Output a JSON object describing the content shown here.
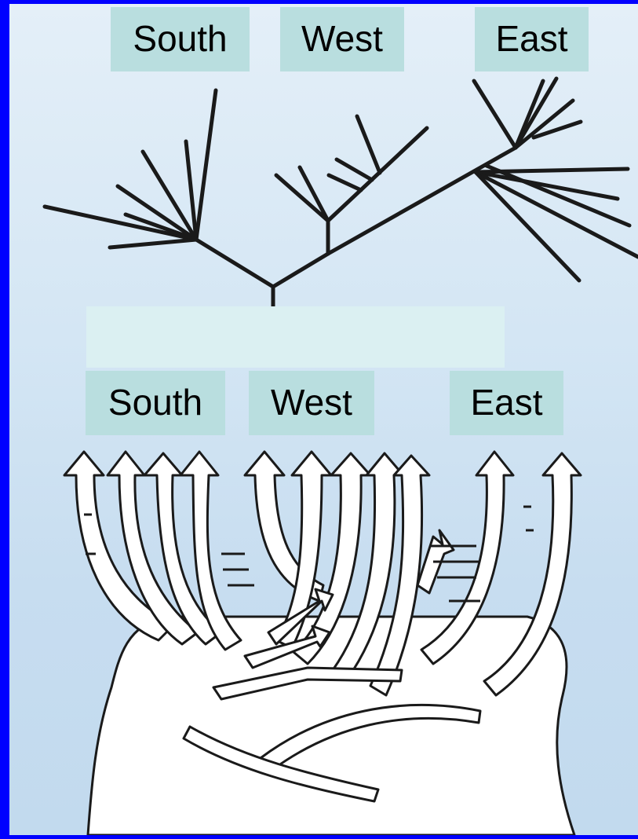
{
  "top_diagram": {
    "labels": {
      "south": "South",
      "west": "West",
      "east": "East"
    }
  },
  "bottom_diagram": {
    "labels": {
      "south": "South",
      "west": "West",
      "east": "East"
    }
  },
  "colors": {
    "frame": "#0000ff",
    "label_bg": "#b9dedf",
    "tree_stroke": "#1a1a1a",
    "braid_fill": "#ffffff"
  }
}
